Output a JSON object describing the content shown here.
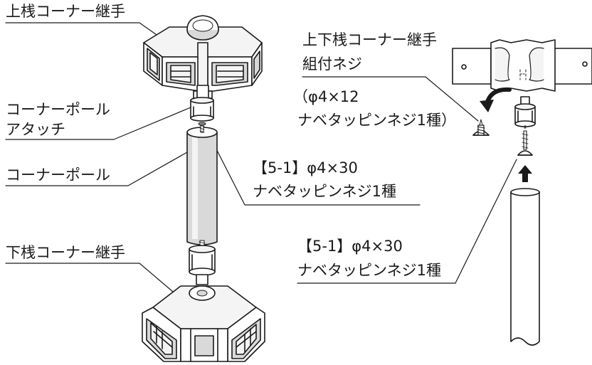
{
  "labels": {
    "upper_joint": "上桟コーナー継手",
    "pole_attach_line1": "コーナーポール",
    "pole_attach_line2": "アタッチ",
    "corner_pole": "コーナーポール",
    "lower_joint": "下桟コーナー継手",
    "screw_center_line1": "【5-1】φ4×30",
    "screw_center_line2": "ナベタッピンネジ1種",
    "joint_screw_line1": "上下桟コーナー継手",
    "joint_screw_line2": "組付ネジ",
    "joint_screw_line3": "（φ4×12",
    "joint_screw_line4": "ナベタッピンネジ1種）",
    "screw_right_line1": "【5-1】φ4×30",
    "screw_right_line2": "ナベタッピンネジ1種"
  },
  "colors": {
    "line": "#1a1a1a",
    "fill_light": "#f4f4f4",
    "fill_mid": "#d9d9d9",
    "fill_dark": "#8c8c8c",
    "background": "#ffffff"
  },
  "icons": {
    "rotate_arrow": "curved-arrow-icon",
    "up_arrow": "up-arrow-icon"
  }
}
